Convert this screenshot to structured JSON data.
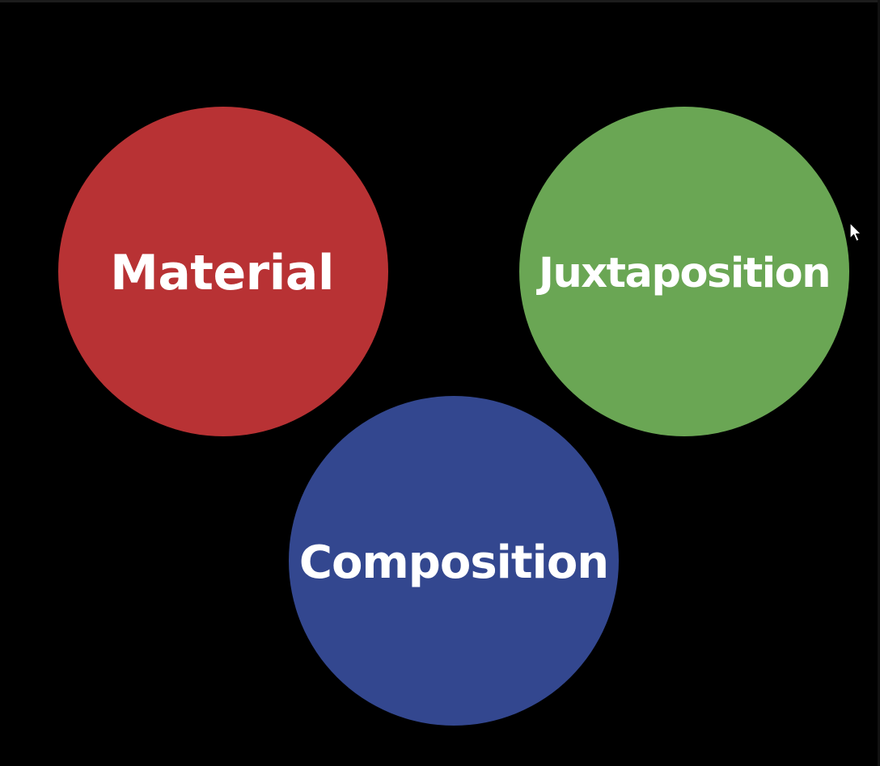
{
  "diagram": {
    "background_color": "#000000",
    "circles": [
      {
        "label": "Material",
        "color": "#b83234"
      },
      {
        "label": "Juxtaposition",
        "color": "#6aa654"
      },
      {
        "label": "Composition",
        "color": "#33478f"
      }
    ]
  },
  "cursor": {
    "icon": "arrow-cursor-icon"
  }
}
